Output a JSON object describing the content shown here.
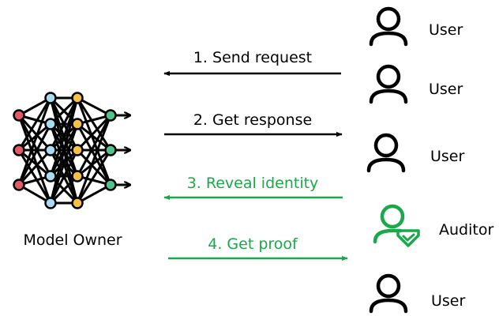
{
  "owner": {
    "label": "Model Owner"
  },
  "network": {
    "layers": [
      [
        "#e05a6a",
        "#e05a6a",
        "#e05a6a"
      ],
      [
        "#a8dcef",
        "#a8dcef",
        "#a8dcef",
        "#a8dcef",
        "#a8dcef"
      ],
      [
        "#f5c242",
        "#f5c242",
        "#f5c242",
        "#f5c242",
        "#f5c242"
      ],
      [
        "#4fc48e",
        "#4fc48e",
        "#4fc48e"
      ]
    ]
  },
  "steps": [
    {
      "label": "1. Send request",
      "direction": "left",
      "color": "#000000"
    },
    {
      "label": "2. Get response",
      "direction": "right",
      "color": "#000000"
    },
    {
      "label": "3. Reveal identity",
      "direction": "left",
      "color": "#1aa84b"
    },
    {
      "label": "4. Get proof",
      "direction": "right",
      "color": "#1aa84b"
    }
  ],
  "actors": [
    {
      "label": "User",
      "icon": "user-icon",
      "color": "#000000"
    },
    {
      "label": "User",
      "icon": "user-icon",
      "color": "#000000"
    },
    {
      "label": "User",
      "icon": "user-icon",
      "color": "#000000"
    },
    {
      "label": "Auditor",
      "icon": "auditor-icon",
      "color": "#1aa84b"
    },
    {
      "label": "User",
      "icon": "user-icon",
      "color": "#000000"
    }
  ]
}
